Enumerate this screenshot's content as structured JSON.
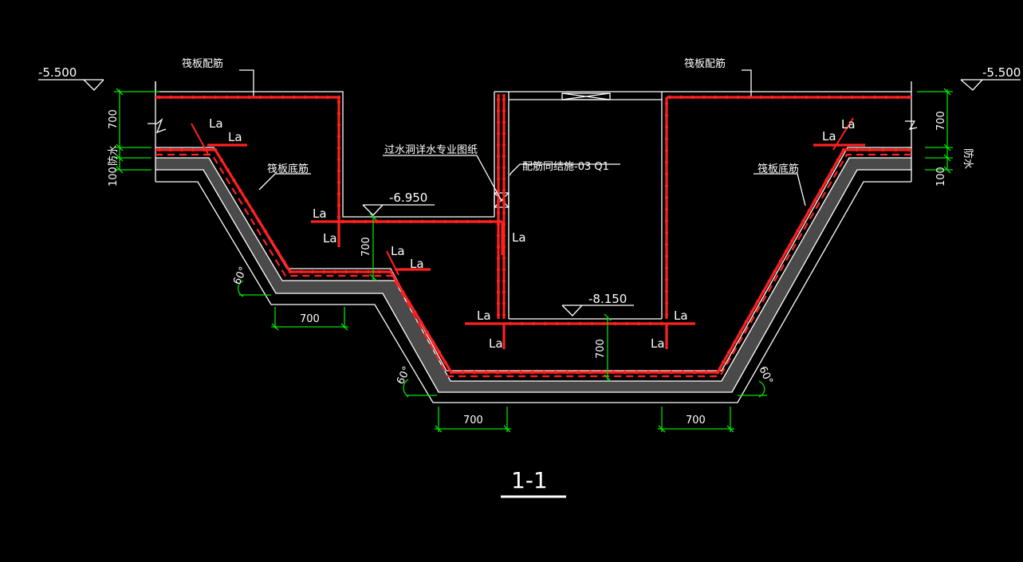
{
  "drawing": {
    "title": "1-1",
    "levels": {
      "top_left": "-5.500",
      "top_right": "-5.500",
      "mid": "-6.950",
      "low": "-8.150"
    },
    "notes": {
      "raft_rebar_left": "筏板配筋",
      "raft_rebar_right": "筏板配筋",
      "raft_bottom_left": "筏板底筋",
      "raft_bottom_right": "筏板底筋",
      "culvert_note": "过水洞详水专业图纸",
      "rebar_ref": "配筋同结施-03 Q1",
      "waterproof_left": "防水",
      "waterproof_right": "防水"
    },
    "dims": {
      "d700_left_v": "700",
      "d100_left_v": "100",
      "d700_right_v": "700",
      "d100_right_v": "100",
      "d700_mid_v": "700",
      "d700_low_v": "700",
      "d700_h1": "700",
      "d700_h2": "700",
      "d700_h3": "700"
    },
    "angles": {
      "a1": "60°",
      "a2": "60°",
      "a3": "60°"
    },
    "anchor_label": "La"
  }
}
